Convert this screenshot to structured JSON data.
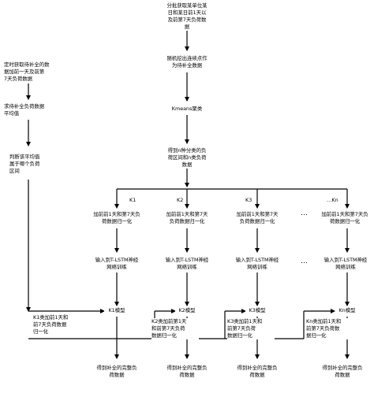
{
  "steps": {
    "acquire": "分批获取某单位某\n日和某日前1天以\n及前第7天负荷数\n据",
    "sample": "随机挖出连续点作\n为待补全数据",
    "kmeans": "Kmeans聚类",
    "clusters": "得到n种分类的负\n荷区间和n类负荷\n数据"
  },
  "left": {
    "fetch": "定时获取待补全的数\n据加前一天及前第\n7天负荷数据",
    "avg": "求待补全负荷数据\n平均值",
    "judge": "判断该平均值\n属于哪个负荷\n区间",
    "k1_norm": "K1类加前1天和\n前7天负荷数据\n归一化"
  },
  "labels": {
    "k1": "K1",
    "k2": "K2",
    "k3": "K3",
    "kn": "…Kn",
    "dots": "…"
  },
  "branch": {
    "norm1": "加前前1天和第7天负\n荷数据归一化",
    "norm2": "加前前1天和第7天\n负荷数据归一化",
    "norm3": "加前前1天和第7天\n负荷数据归一化",
    "norm4": "加前前1天和第7天负\n荷数据归一化",
    "train1": "输入到T-LSTM神经\n网络训练",
    "train2": "输入到T-LSTM神经\n网络训练",
    "train3": "输入到T-LSTM神经\n网络训练",
    "train4": "输入到T-LSTM神经\n网络训练"
  },
  "models": {
    "m1": "K1模型",
    "m2": "K2模型",
    "m3": "K3模型",
    "mn": "Kn模型"
  },
  "inputs": {
    "k2": "K2类加前第1天\n和前第7天负荷\n数据归一化",
    "k3": "K3类加前1天和\n前第7天负荷\n数据归一化",
    "kn": "Kn类加前1天和\n前第7天负荷数\n据归一化"
  },
  "outputs": {
    "o1": "得到补全的完整负\n荷数据",
    "o2": "得到补全的完整负\n荷数据",
    "o3": "得到补全的完整负\n荷数据",
    "o4": "得到补全的完整负\n荷数据"
  }
}
